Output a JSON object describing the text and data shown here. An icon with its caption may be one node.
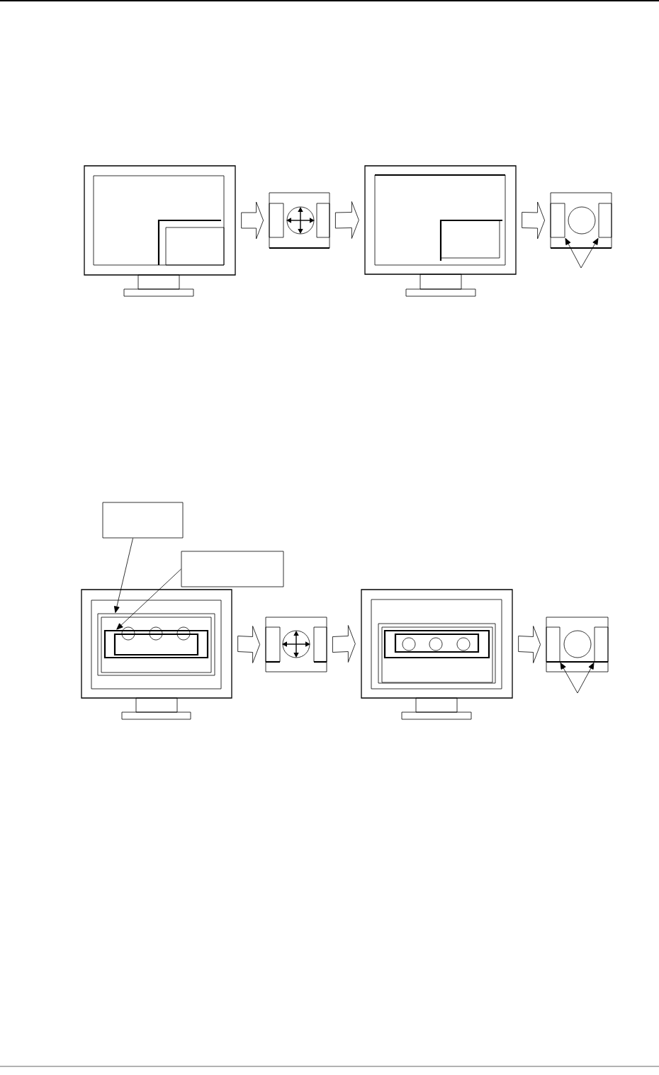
{
  "diagram": {
    "nodes": [
      {
        "text": [],
        "shape": "box"
      },
      {
        "text": [],
        "shape": "box"
      },
      {
        "text": [],
        "shape": "box"
      },
      {
        "text": [],
        "shape": "box"
      },
      {
        "text": [],
        "shape": "box",
        "in": 3
      },
      {
        "text": [],
        "shape": "box",
        "in": 3
      },
      {
        "text": [],
        "shape": "box"
      },
      {
        "text": [],
        "shape": "box"
      },
      {
        "text": [],
        "shape": "box"
      },
      {
        "text": [],
        "shape": "box",
        "in": 8
      },
      {
        "text": [],
        "shape": "box",
        "in": 9
      },
      {
        "text": [],
        "shape": "box"
      },
      {
        "text": [],
        "shape": "box"
      },
      {
        "text": [],
        "shape": "box"
      },
      {
        "text": [],
        "shape": "box",
        "in": 13
      },
      {
        "text": [],
        "shape": "box",
        "in": 13
      }
    ],
    "edges": [
      {
        "from": 0,
        "to": 1,
        "arrow": "to",
        "style": "thick"
      },
      {
        "from": 1,
        "to": 2,
        "arrow": "to",
        "style": "thick"
      },
      {
        "from": 2,
        "to": 3,
        "arrow": "to",
        "style": "thick"
      },
      {
        "from": null,
        "to": 4,
        "arrow": "to"
      },
      {
        "from": null,
        "to": 5,
        "arrow": "to"
      },
      {
        "from": 6,
        "to": 9,
        "arrow": "to"
      },
      {
        "from": 7,
        "to": 10,
        "arrow": "to"
      },
      {
        "from": 8,
        "to": 11,
        "arrow": "to",
        "style": "thick"
      },
      {
        "from": 11,
        "to": 12,
        "arrow": "to",
        "style": "thick"
      },
      {
        "from": 12,
        "to": 13,
        "arrow": "to",
        "style": "thick"
      },
      {
        "from": null,
        "to": 14,
        "arrow": "to"
      },
      {
        "from": null,
        "to": 15,
        "arrow": "to"
      }
    ]
  }
}
